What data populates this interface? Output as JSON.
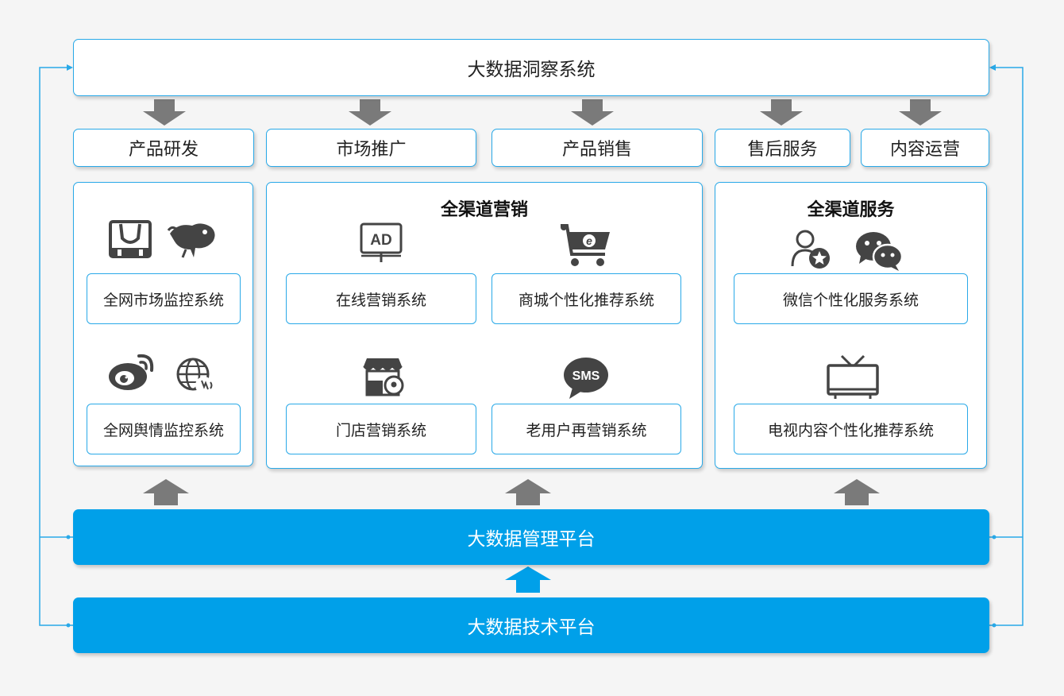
{
  "top_system": "大数据洞察系统",
  "tabs": [
    "产品研发",
    "市场推广",
    "产品销售",
    "售后服务",
    "内容运营"
  ],
  "panels": {
    "left": {
      "items": [
        "全网市场监控系统",
        "全网舆情监控系统"
      ]
    },
    "middle": {
      "title": "全渠道营销",
      "items": [
        "在线营销系统",
        "商城个性化推荐系统",
        "门店营销系统",
        "老用户再营销系统"
      ],
      "ad_icon_text": "AD",
      "sms_icon_text": "SMS"
    },
    "right": {
      "title": "全渠道服务",
      "items": [
        "微信个性化服务系统",
        "电视内容个性化推荐系统"
      ]
    }
  },
  "platforms": {
    "management": "大数据管理平台",
    "technology": "大数据技术平台"
  },
  "colors": {
    "accent": "#00a0e9",
    "border": "#29a9e8",
    "arrow_gray": "#7a7a7a",
    "icon_dark": "#444444",
    "connector": "#29a9e8"
  },
  "icons": [
    "shopping-bag-icon",
    "dog-mascot-icon",
    "weibo-icon",
    "globe-icon",
    "ad-screen-icon",
    "e-cart-icon",
    "store-location-icon",
    "sms-bubble-icon",
    "user-star-icon",
    "wechat-icon",
    "tv-icon"
  ]
}
